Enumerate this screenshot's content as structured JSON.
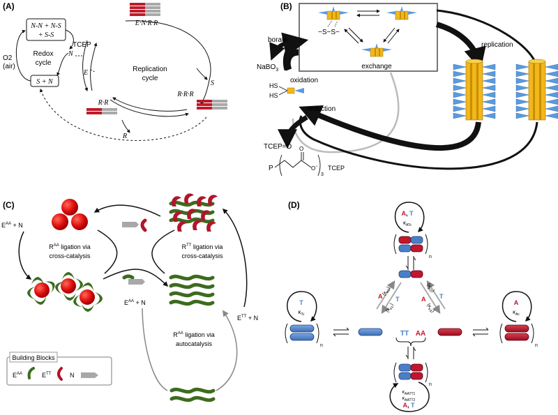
{
  "panels": {
    "A": {
      "tag": "(A)",
      "redox_top_line1": "N-N + N-S",
      "redox_top_line2": "+ S-S",
      "redox_title_1": "Redox",
      "redox_title_2": "cycle",
      "redox_bottom": "S + N",
      "tcep": "TCEP",
      "o2": "O2",
      "air": "(air)",
      "n": "N",
      "e": "E",
      "enrr": "E·N·R·R",
      "rep_title_1": "Replication",
      "rep_title_2": "cycle",
      "s": "S",
      "rrr": "R·R·R",
      "rr": "R·R",
      "r": "R"
    },
    "B": {
      "tag": "(B)",
      "ss": "−S−S−",
      "exchange": "exchange",
      "borate": "borate",
      "nabo3": "NaBO",
      "nabo3_sub": "3",
      "oxidation": "oxidation",
      "hs1": "HS",
      "hs2": "HS",
      "reduction": "reduction",
      "replication": "replication",
      "tcep_o": "TCEP=O",
      "p": "P",
      "o_top": "O",
      "o_minus": "O",
      "sub3": "3",
      "tcep": "TCEP"
    },
    "C": {
      "tag": "(C)",
      "eaa_n": "E",
      "eaa_sup": "AA",
      "eaa_plus": " + N",
      "raa_cross_1a": "R",
      "raa_cross_sup": "AA",
      "raa_cross_1b": " ligation via",
      "raa_cross_2": "cross-catalysis",
      "rtt_cross_1a": "R",
      "rtt_cross_sup": "TT",
      "rtt_cross_1b": " ligation via",
      "rtt_cross_2": "cross-catalysis",
      "ett_n": "E",
      "ett_sup": "TT",
      "ett_plus": " + N",
      "eaa_n2": "E",
      "eaa_sup2": "AA",
      "eaa_plus2": " + N",
      "raa_auto_1a": "R",
      "raa_auto_sup": "AA",
      "raa_auto_1b": " ligation via",
      "raa_auto_2": "autocatalysis",
      "legend_title": "Building Blocks",
      "legend_eaa": "E",
      "legend_eaa_sup": "AA",
      "legend_ett": "E",
      "legend_ett_sup": "TT",
      "legend_n": "N"
    },
    "D": {
      "tag": "(D)",
      "top_A": "A",
      "top_comma": ", ",
      "top_T": "T",
      "k_atc": "κ",
      "k_atc_sub": "ATc",
      "n_top": "n",
      "left_T": "T",
      "k_tc": "κ",
      "k_tc_sub": "Tc",
      "n_left": "n",
      "right_A": "A",
      "k_ac": "κ",
      "k_ac_sub": "Ac",
      "n_right": "n",
      "ltri_A": "A",
      "ltri_k": "(κ",
      "ltri_k_sub": "e2",
      "ltri_k_close": ")",
      "ltri_k2": "(κ",
      "ltri_k2_sub": "e1",
      "ltri_k2_close": ")",
      "ltri_T": "T",
      "rtri_k": "(κ",
      "rtri_k_sub": "e2",
      "rtri_k_close": ")",
      "rtri_T": "T",
      "rtri_A": "A",
      "rtri_k2": "(κ",
      "rtri_k2_sub": "e3",
      "rtri_k2_close": ")",
      "tt": "TT",
      "aa": "AA",
      "n_bottom": "n",
      "k_aatt1": "κ",
      "k_aatt1_sub": "AATT1",
      "k_aatt2": "κ",
      "k_aatt2_sub": "AATT2",
      "bot_A": "A",
      "bot_comma": ", ",
      "bot_T": "T"
    }
  },
  "colors": {
    "red": "#c0172e",
    "blue": "#4a7fc8",
    "green": "#3f6f1f",
    "yellow": "#f0b81a",
    "gray": "#9a9a9a",
    "dark": "#111111"
  }
}
